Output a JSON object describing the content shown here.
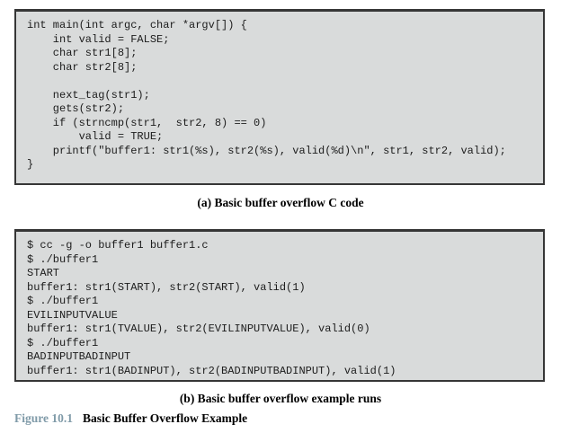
{
  "panel_a": {
    "lines": [
      "int main(int argc, char *argv[]) {",
      "    int valid = FALSE;",
      "    char str1[8];",
      "    char str2[8];",
      "",
      "    next_tag(str1);",
      "    gets(str2);",
      "    if (strncmp(str1,  str2, 8) == 0)",
      "        valid = TRUE;",
      "    printf(\"buffer1: str1(%s), str2(%s), valid(%d)\\n\", str1, str2, valid);",
      "}"
    ],
    "caption": "(a) Basic buffer overflow C code"
  },
  "panel_b": {
    "lines": [
      "$ cc -g -o buffer1 buffer1.c",
      "$ ./buffer1",
      "START",
      "buffer1: str1(START), str2(START), valid(1)",
      "$ ./buffer1",
      "EVILINPUTVALUE",
      "buffer1: str1(TVALUE), str2(EVILINPUTVALUE), valid(0)",
      "$ ./buffer1",
      "BADINPUTBADINPUT",
      "buffer1: str1(BADINPUT), str2(BADINPUTBADINPUT), valid(1)"
    ],
    "caption": "(b) Basic buffer overflow example runs"
  },
  "figure_caption": {
    "label": "Figure 10.1",
    "title": "Basic Buffer Overflow Example"
  },
  "colors": {
    "box_background": "#d9dbdb",
    "box_border": "#363636",
    "figure_label": "#7f9aa8",
    "code_text": "#1c1c1c"
  }
}
